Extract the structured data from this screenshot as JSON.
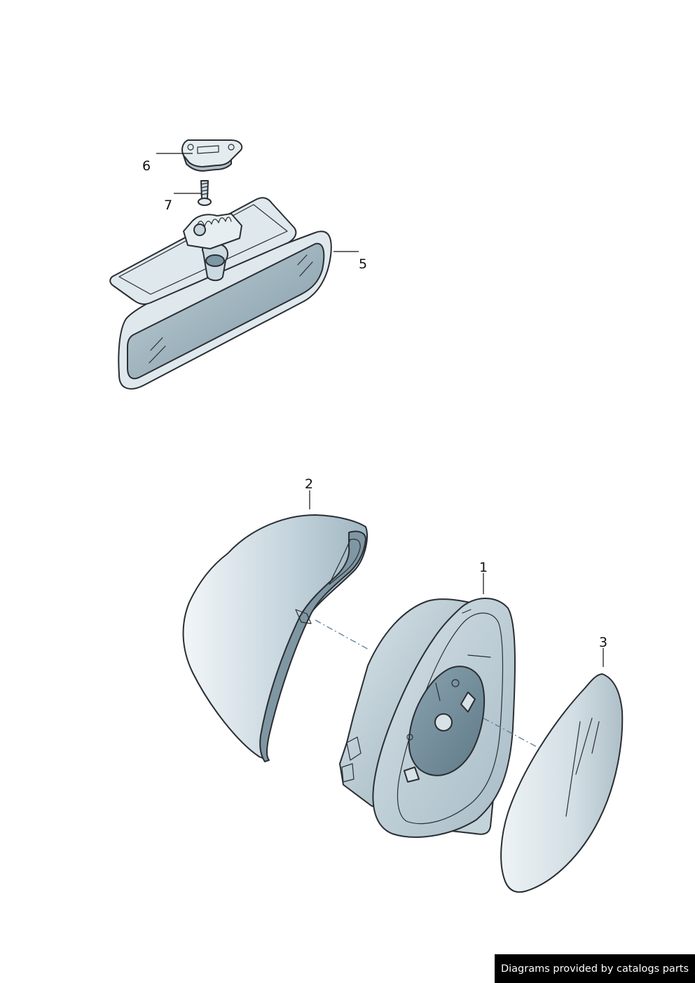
{
  "diagram": {
    "callouts": {
      "part_1": "1",
      "part_2": "2",
      "part_3": "3",
      "part_5": "5",
      "part_6": "6",
      "part_7": "7"
    },
    "colors": {
      "background": "#ffffff",
      "part_fill_light": "#e4ecef",
      "part_fill_dark": "#6f8a97",
      "outline": "#2a2e33",
      "centerline": "#5b7e95"
    }
  },
  "credit": {
    "text": "Diagrams provided by catalogs parts",
    "background": "#000000",
    "color": "#ffffff"
  }
}
